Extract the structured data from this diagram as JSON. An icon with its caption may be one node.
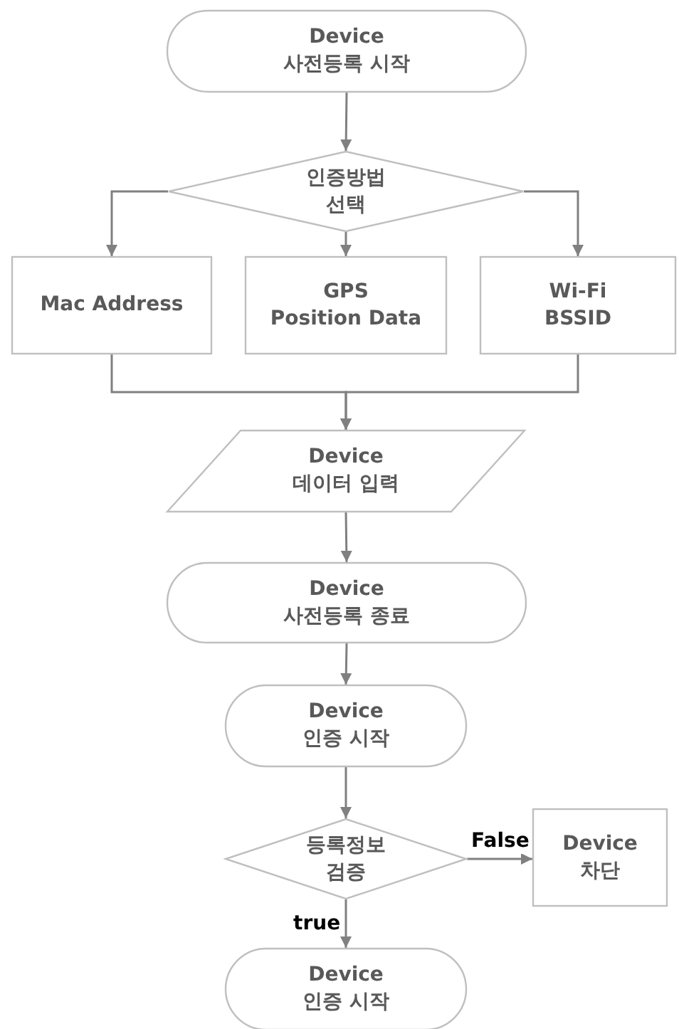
{
  "diagram": {
    "nodes": [
      {
        "text": [
          "Device 사전등록 시작"
        ]
      },
      {
        "text": [
          "인증방법 선택"
        ]
      },
      {
        "text": [
          "Mac Address"
        ]
      },
      {
        "text": [
          "GPS Position Data"
        ]
      },
      {
        "text": [
          "Wi-Fi BSSID"
        ]
      },
      {
        "text": [
          "Device 데이터 입력"
        ]
      },
      {
        "text": [
          "Device 사전등록 종료"
        ]
      },
      {
        "text": [
          "Device 인증 시작"
        ]
      },
      {
        "text": [
          "등록정보 검증"
        ]
      },
      {
        "text": [
          "Device 차단"
        ]
      },
      {
        "text": [
          "Device 인증 시작"
        ]
      }
    ],
    "edges": [
      {
        "from": 0,
        "to": 1,
        "arrow": "to"
      },
      {
        "from": 1,
        "to": 2,
        "arrow": "to"
      },
      {
        "from": 1,
        "to": 3,
        "arrow": "to"
      },
      {
        "from": 1,
        "to": 4,
        "arrow": "to"
      },
      {
        "from": 2,
        "to": 5,
        "arrow": "to"
      },
      {
        "from": 4,
        "to": 5,
        "arrow": "to"
      },
      {
        "from": 5,
        "to": 6,
        "arrow": "to"
      },
      {
        "from": 6,
        "to": 7,
        "arrow": "to"
      },
      {
        "from": 7,
        "to": 8,
        "arrow": "to"
      },
      {
        "from": 8,
        "to": 9,
        "arrow": "to",
        "label": "False"
      },
      {
        "from": 8,
        "to": 10,
        "arrow": "to",
        "label": "true"
      }
    ]
  }
}
